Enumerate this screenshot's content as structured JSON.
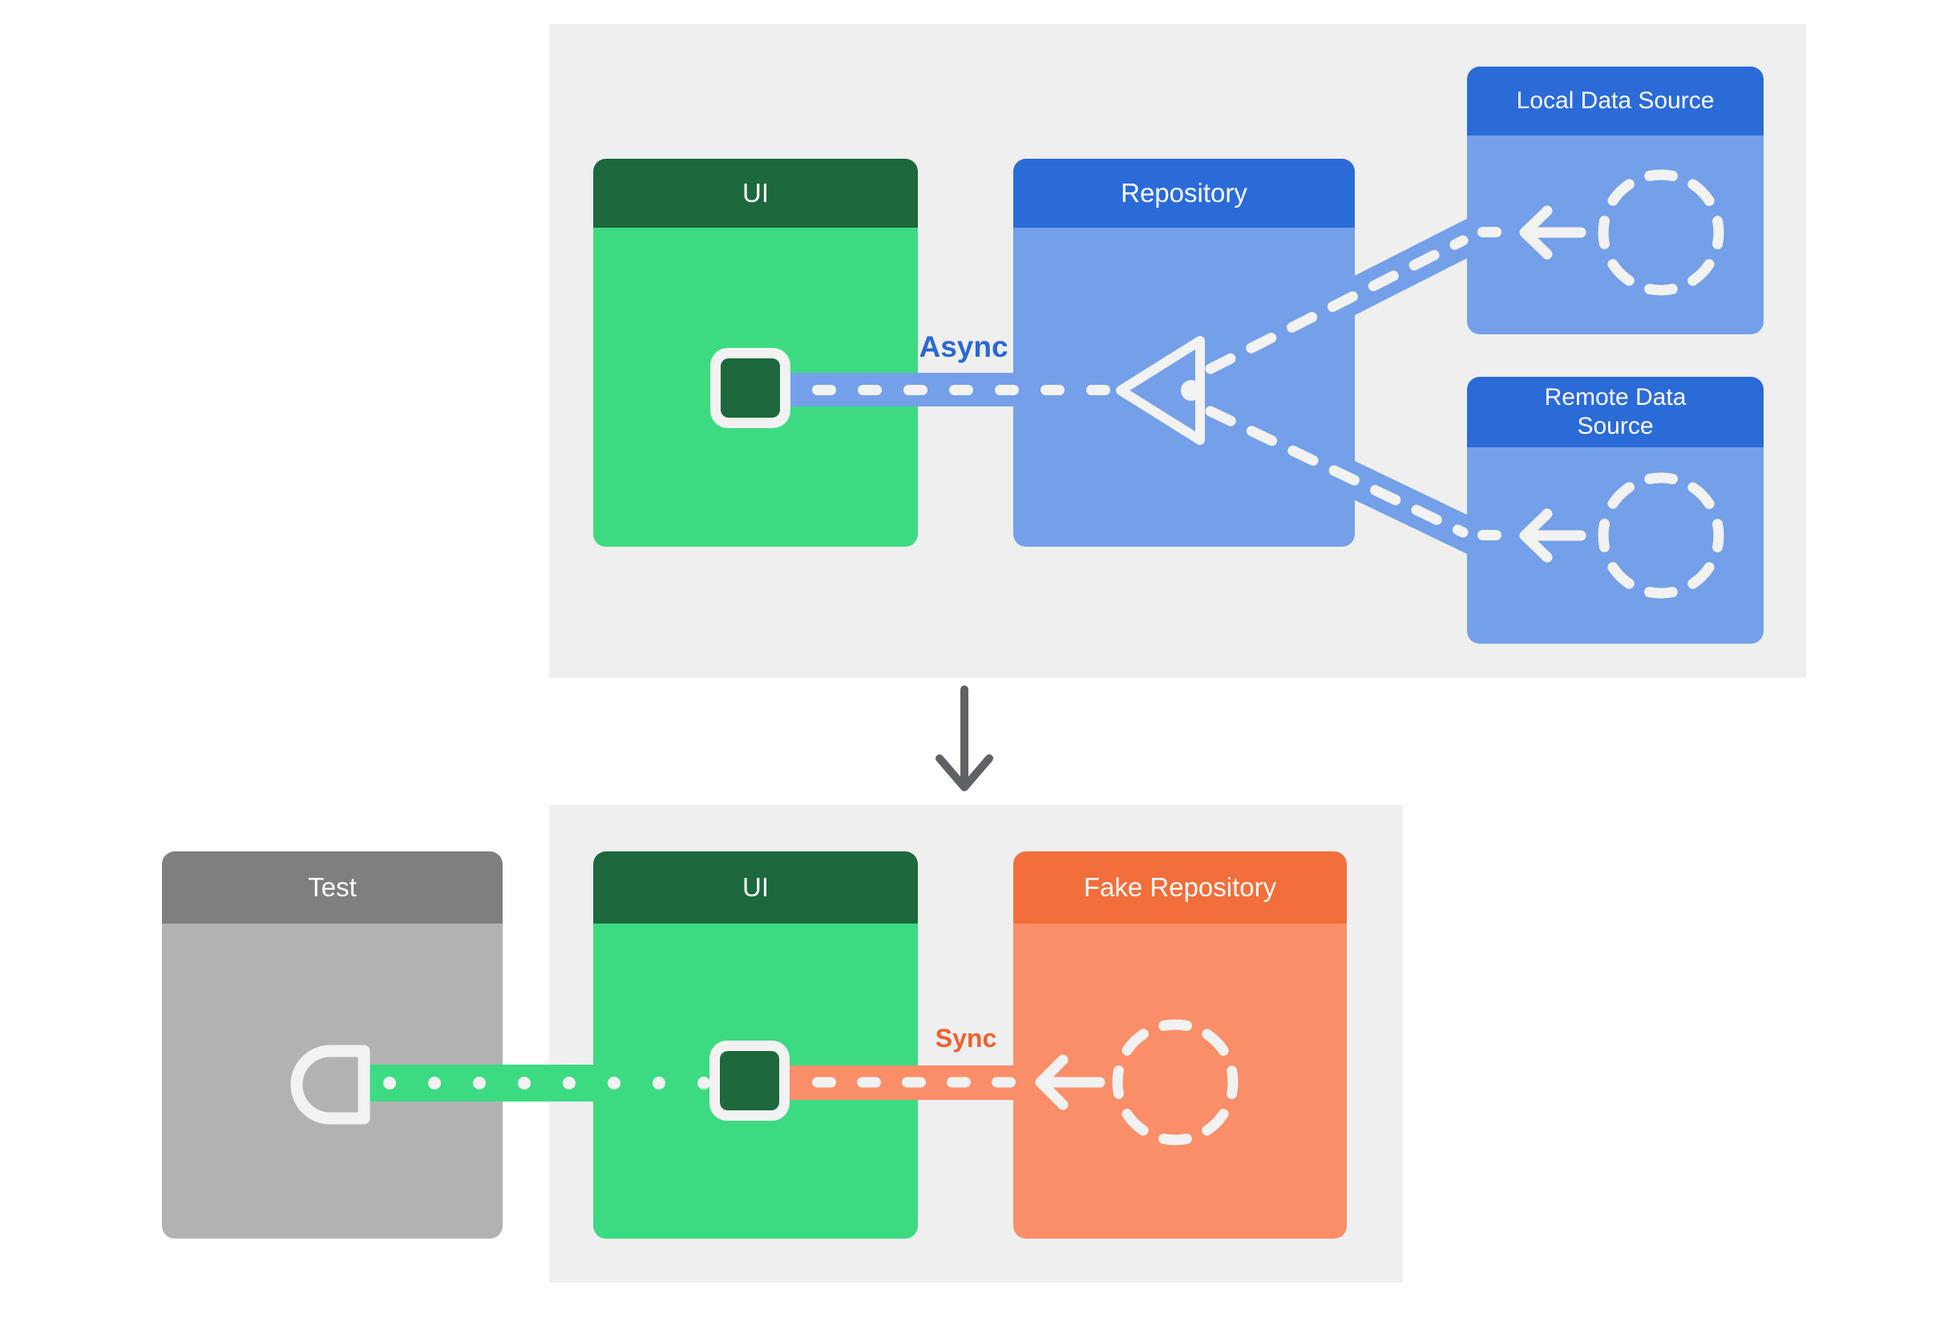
{
  "colors": {
    "panel_bg": "#EFEFEF",
    "green_header": "#1D683D",
    "green_body": "#3CDB82",
    "blue_header": "#2B6BD8",
    "blue_body": "#74A0E9",
    "orange_header": "#F26E3B",
    "orange_body": "#FA8E68",
    "gray_header": "#7F7F7F",
    "gray_body": "#B2B2B2",
    "async_label_color": "#2A67D4",
    "sync_label_color": "#F2602F",
    "down_arrow_color": "#5E6266",
    "detail_white": "#F2F2F2"
  },
  "upper_diagram": {
    "ui_title": "UI",
    "repository_title": "Repository",
    "local_data_source_title": "Local Data Source",
    "remote_data_source_title": "Remote Data Source",
    "flow_label": "Async"
  },
  "lower_diagram": {
    "test_title": "Test",
    "ui_title": "UI",
    "fake_repository_title": "Fake Repository",
    "flow_label": "Sync"
  }
}
